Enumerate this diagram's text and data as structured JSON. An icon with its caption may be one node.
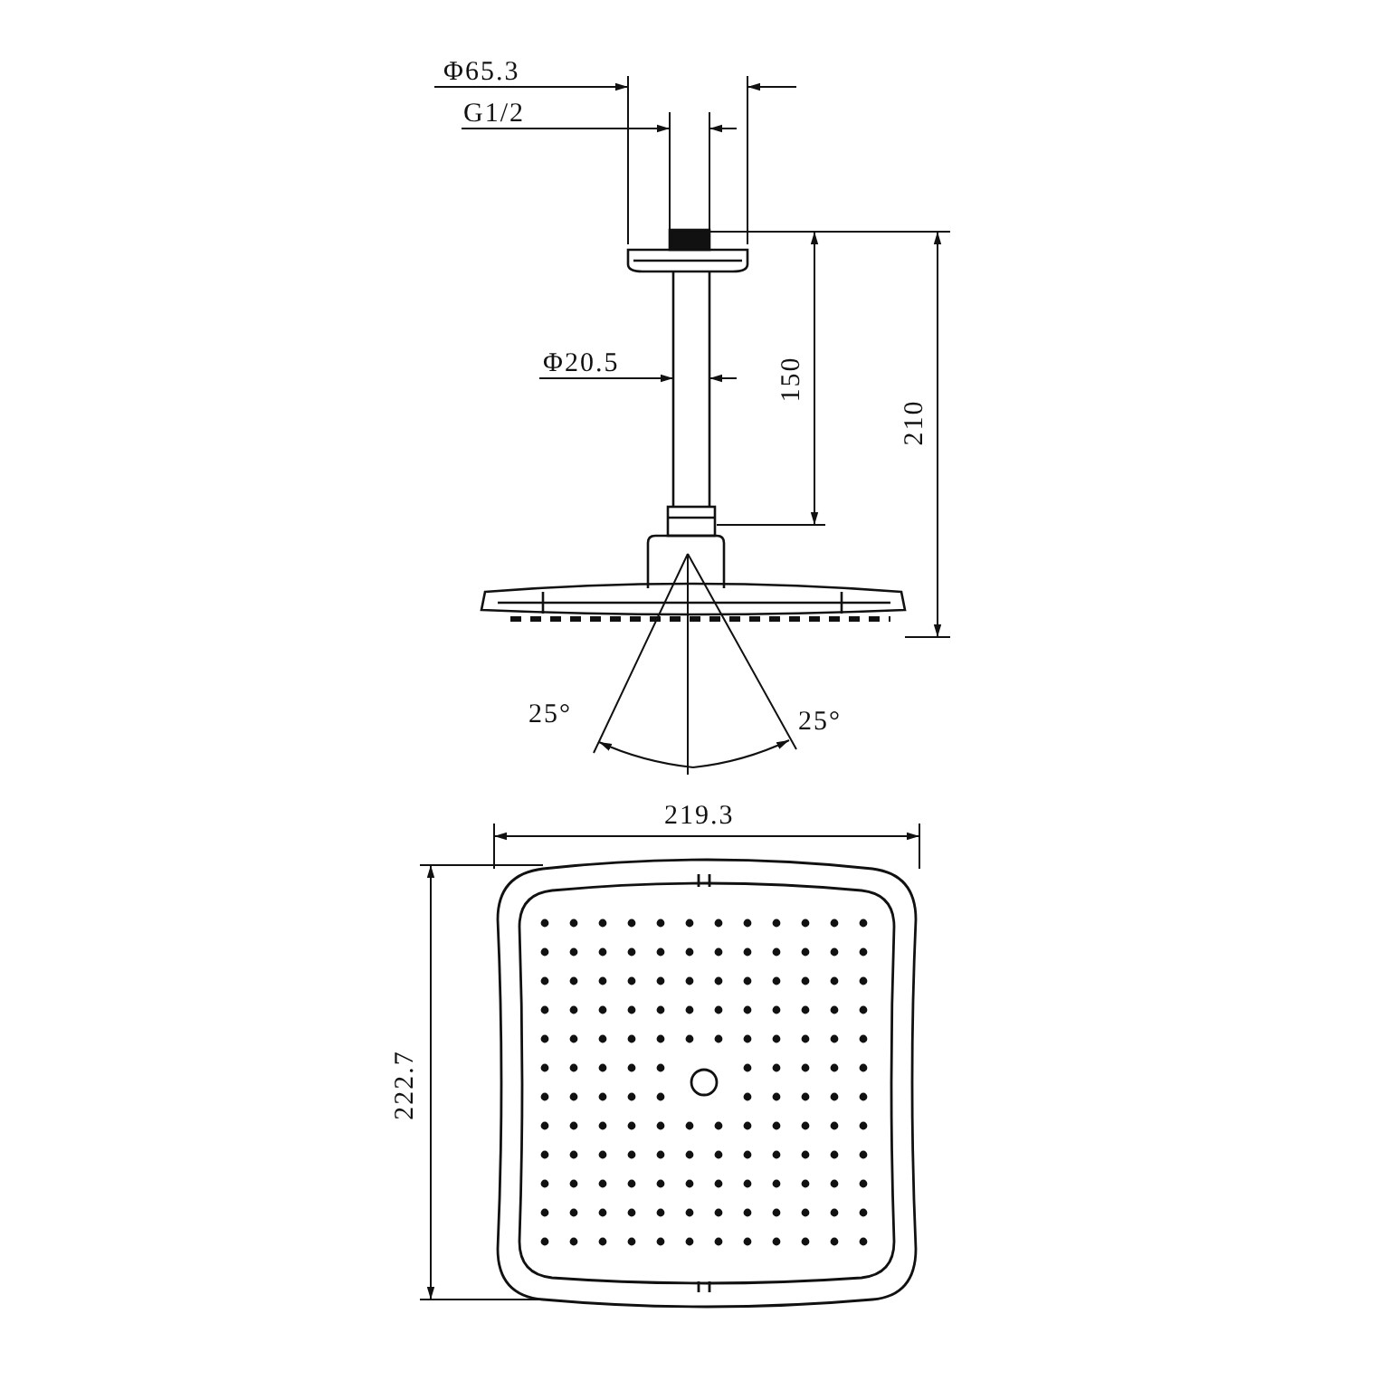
{
  "diagram": {
    "labels": [
      "Φ65.3",
      "G1/2",
      "Φ20.5",
      "150",
      "210",
      "25°",
      "25°",
      "219.3",
      "222.7"
    ]
  }
}
